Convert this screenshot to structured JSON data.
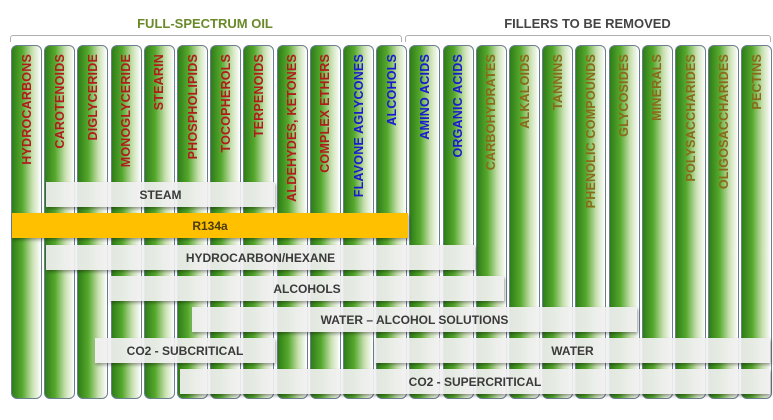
{
  "groups": {
    "full_spectrum": "FULL-SPECTRUM OIL",
    "fillers": "FILLERS TO BE REMOVED"
  },
  "colors": {
    "oil": "#b01c1c",
    "blue": "#1a1ad0",
    "filler": "#8a6a18",
    "r134a": "#ffc000"
  },
  "columns": [
    {
      "label": "HYDROCARBONS",
      "color": "#b01c1c"
    },
    {
      "label": "CAROTENOIDS",
      "color": "#b01c1c"
    },
    {
      "label": "DIGLYCERIDE",
      "color": "#b01c1c"
    },
    {
      "label": "MONOGLYCERIDE",
      "color": "#b01c1c"
    },
    {
      "label": "STEARIN",
      "color": "#b01c1c"
    },
    {
      "label": "PHOSPHOLIPIDS",
      "color": "#b01c1c"
    },
    {
      "label": "TOCOPHEROLS",
      "color": "#b01c1c"
    },
    {
      "label": "TERPENOIDS",
      "color": "#b01c1c"
    },
    {
      "label": "ALDEHYDES, KETONES",
      "color": "#b01c1c"
    },
    {
      "label": "COMPLEX ETHERS",
      "color": "#b01c1c"
    },
    {
      "label": "FLAVONE AGLYCONES",
      "color": "#1a1ad0"
    },
    {
      "label": "ALCOHOLS",
      "color": "#1a1ad0"
    },
    {
      "label": "AMINO ACIDS",
      "color": "#1a1ad0"
    },
    {
      "label": "ORGANIC ACIDS",
      "color": "#1a1ad0"
    },
    {
      "label": "CARBOHYDRATES",
      "color": "#8a6a18"
    },
    {
      "label": "ALKALOIDS",
      "color": "#8a6a18"
    },
    {
      "label": "TANNINS",
      "color": "#8a6a18"
    },
    {
      "label": "PHENOLIC COMPOUNDS",
      "color": "#8a6a18"
    },
    {
      "label": "GLYCOSIDES",
      "color": "#8a6a18"
    },
    {
      "label": "MINERALS",
      "color": "#8a6a18"
    },
    {
      "label": "POLYSACCHARIDES",
      "color": "#8a6a18"
    },
    {
      "label": "OLIGOSACCHARIDES",
      "color": "#8a6a18"
    },
    {
      "label": "PECTINS",
      "color": "#8a6a18"
    }
  ],
  "solvents": {
    "steam": "STEAM",
    "r134a": "R134a",
    "hexane": "HYDROCARBON/HEXANE",
    "alcohols": "ALCOHOLS",
    "water_alcohol": "WATER – ALCOHOL SOLUTIONS",
    "co2_sub": "CO2 - SUBCRITICAL",
    "water": "WATER",
    "co2_super": "CO2 - SUPERCRITICAL"
  }
}
